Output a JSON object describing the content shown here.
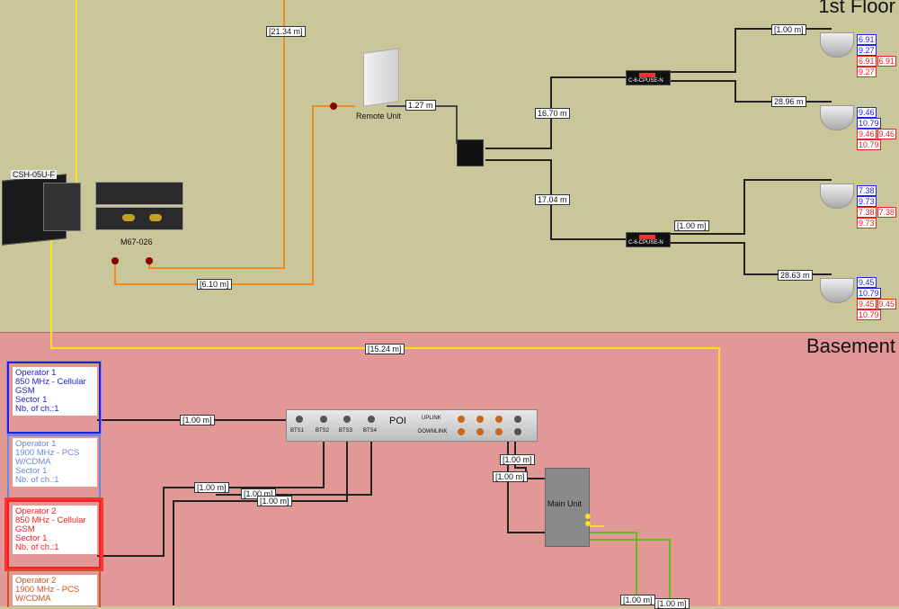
{
  "floors": {
    "upper": {
      "name": "1st Floor"
    },
    "lower": {
      "name": "Basement"
    }
  },
  "devices": {
    "source": "CSH-05U-F",
    "power_module": "M67-026",
    "remote_unit": "Remote Unit",
    "poi": "POI",
    "main_unit": "Main Unit",
    "coupler1": "C-6-CPUSE-N",
    "coupler2": "C-6-CPUSE-N"
  },
  "poi": {
    "ports": [
      "BTS1",
      "BTS2",
      "BTS3",
      "BTS4"
    ],
    "uplink": "UPLINK",
    "downlink": "DOWNLINK"
  },
  "cable_labels": {
    "c2134": "[21.34 m]",
    "c127": "1.27 m",
    "c1670": "16.70 m",
    "c1704": "17.04 m",
    "c100a": "[1.00 m]",
    "c2896": "28.96 m",
    "c100b": "[1.00 m]",
    "c2863": "28.63 m",
    "c610": "[6.10 m]",
    "c1524": "[15.24 m]",
    "c100c": "[1.00 m]",
    "c100d": "[1.00 m]",
    "c100e": "[1.00 m]",
    "c100f": "[1.00 m]",
    "c100g": "[1.00 m]",
    "c100h": "[1.00 m]",
    "c100i": "[1.00 m]",
    "c100j": "[1.00 m]"
  },
  "antennas": [
    {
      "blue": [
        "6.91",
        "9.27"
      ],
      "red": [
        "6.91",
        "6.91",
        "9.27"
      ]
    },
    {
      "blue": [
        "9.46",
        "10.79"
      ],
      "red": [
        "9.46",
        "9.46",
        "10.79"
      ]
    },
    {
      "blue": [
        "7.38",
        "9.73"
      ],
      "red": [
        "7.38",
        "7.38",
        "9.73"
      ]
    },
    {
      "blue": [
        "9.45",
        "10.79"
      ],
      "red": [
        "9.45",
        "9.45",
        "10.79"
      ]
    }
  ],
  "operators": [
    {
      "line1": "Operator 1",
      "line2": "850 MHz - Cellular",
      "line3": "GSM",
      "line4": "Sector 1",
      "line5": "Nb. of ch.:1",
      "color": "#2222cc"
    },
    {
      "line1": "Operator 1",
      "line2": "1900 MHz - PCS",
      "line3": "W/CDMA",
      "line4": "Sector 1",
      "line5": "Nb. of ch.:1",
      "color": "#6688dd"
    },
    {
      "line1": "Operator 2",
      "line2": "850 MHz - Cellular",
      "line3": "GSM",
      "line4": "Sector 1",
      "line5": "Nb. of ch.:1",
      "color": "#ee2222"
    },
    {
      "line1": "Operator 2",
      "line2": "1900 MHz - PCS",
      "line3": "W/CDMA",
      "line4": "",
      "line5": "",
      "color": "#cc5522"
    }
  ]
}
